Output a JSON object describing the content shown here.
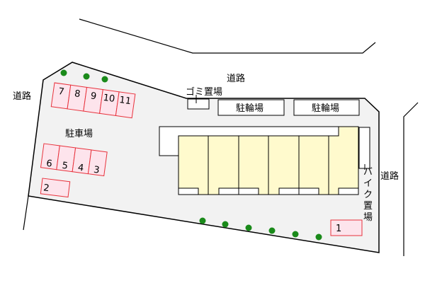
{
  "labels": {
    "road_left": "道路",
    "road_top": "道路",
    "road_right": "道路",
    "parking": "駐車場",
    "garbage": "ゴミ置場",
    "bicycle_1": "駐輪場",
    "bicycle_2": "駐輪場",
    "bike_parking": [
      "バ",
      "イ",
      "ク",
      "置",
      "場"
    ]
  },
  "stalls": {
    "top_row": [
      "7",
      "8",
      "9",
      "10",
      "11"
    ],
    "middle_row": [
      "6",
      "5",
      "4",
      "3"
    ],
    "single_left": "2",
    "single_right": "1"
  },
  "colors": {
    "lot": "#f2f2f2",
    "building": "#fffacd",
    "stall_fill": "#fde4ec",
    "stall_stroke": "#e8323c",
    "tree": "#1a8a1a"
  }
}
